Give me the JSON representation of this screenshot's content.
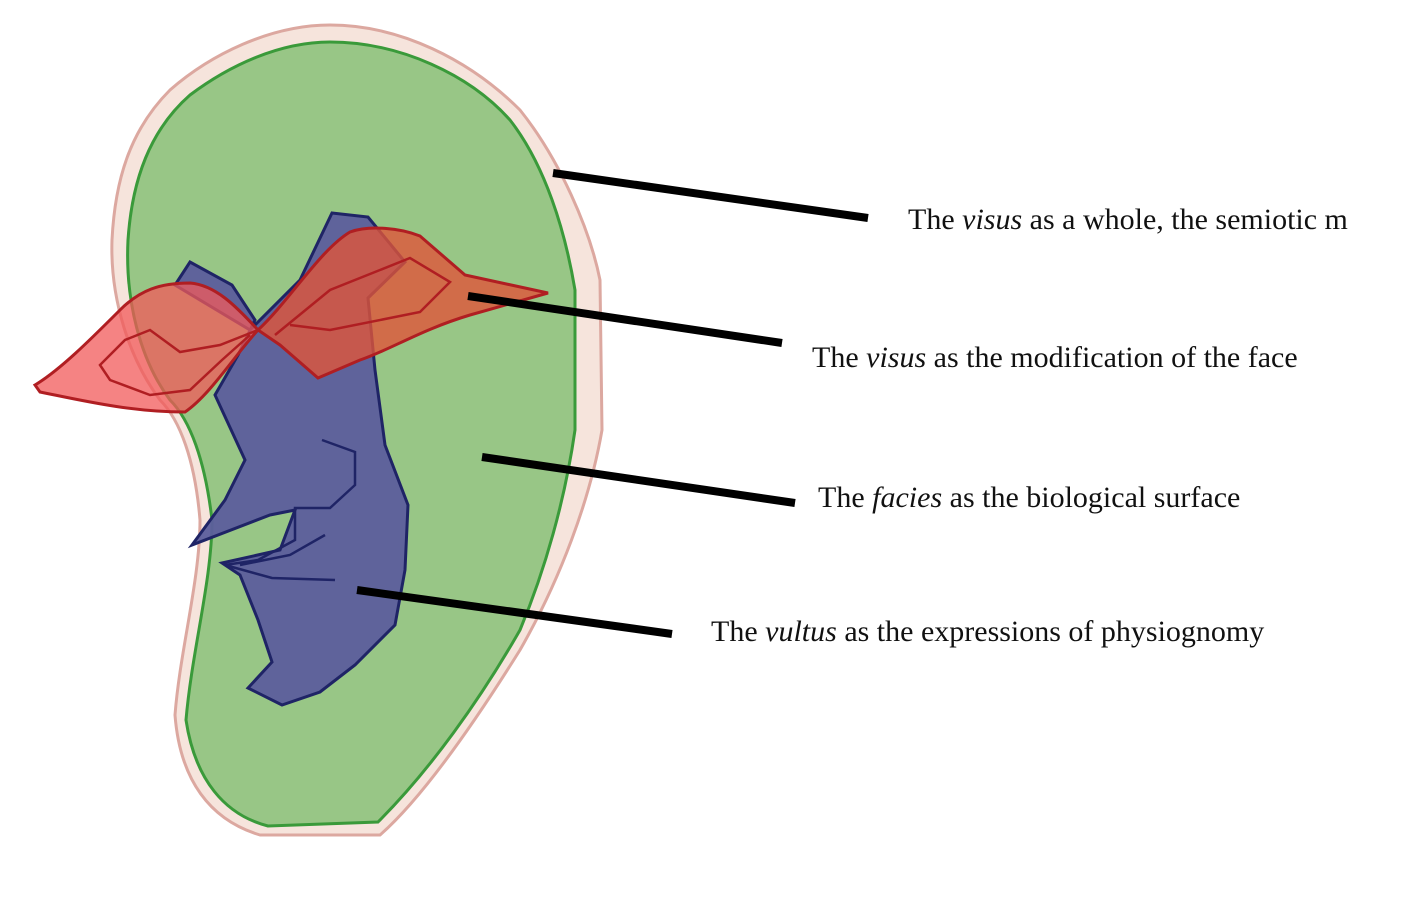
{
  "labels": [
    {
      "pre": "The ",
      "em": "visus",
      "post": " as a whole, the semiotic m"
    },
    {
      "pre": "The ",
      "em": "visus",
      "post": " as the modification of the face"
    },
    {
      "pre": "The ",
      "em": "facies",
      "post": " as the biological surface"
    },
    {
      "pre": "The ",
      "em": "vultus",
      "post": " as the expressions of physiognomy"
    }
  ],
  "colors": {
    "outer_halo": "#f6e4dc",
    "outer_halo_stroke": "#dca8a0",
    "facies_fill": "#98c686",
    "facies_stroke": "#3a9a3a",
    "vultus_fill": "#5c5e9c",
    "vultus_stroke": "#1f2466",
    "visus_fill": "#e0553a",
    "visus_stroke": "#b01e22"
  }
}
